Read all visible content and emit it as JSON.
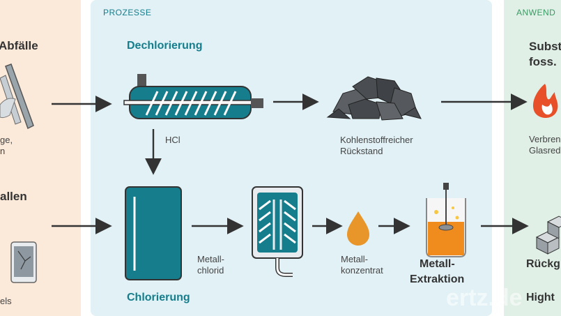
{
  "sections": {
    "left_fragment": {
      "title_1": "Abfälle",
      "sub_1a": "ge,",
      "sub_1b": "n",
      "title_2": "allen",
      "sub_2": "els"
    },
    "middle": {
      "label": "PROZESSE"
    },
    "right": {
      "label": "ANWEND",
      "title_1a": "Subst",
      "title_1b": "foss.",
      "caption_1a": "Verbren",
      "caption_1b": "Glasred",
      "title_2a": "Rückg",
      "title_2b": "Hight"
    }
  },
  "processes": {
    "dechlorierung": "Dechlorierung",
    "hcl": "HCl",
    "residue_1": "Kohlenstoffreicher",
    "residue_2": "Rückstand",
    "chlorierung": "Chlorierung",
    "metallchlorid_1": "Metall-",
    "metallchlorid_2": "chlorid",
    "konzentrat_1": "Metall-",
    "konzentrat_2": "konzentrat",
    "extraktion_1": "Metall-",
    "extraktion_2": "Extraktion"
  },
  "watermark": "ertz.de",
  "colors": {
    "left_bg": "#fbe9d9",
    "middle_bg": "#e1f1f6",
    "right_bg": "#e0f0e7",
    "teal": "#157d8c",
    "orange": "#e8962a"
  },
  "icon_names": [
    "solar-panel-icon",
    "screw-reactor-icon",
    "coal-pile-icon",
    "flame-icon",
    "chlorination-tank-icon",
    "stirred-reactor-icon",
    "droplet-icon",
    "extraction-vessel-icon",
    "smartphone-icon",
    "metal-blocks-icon"
  ]
}
